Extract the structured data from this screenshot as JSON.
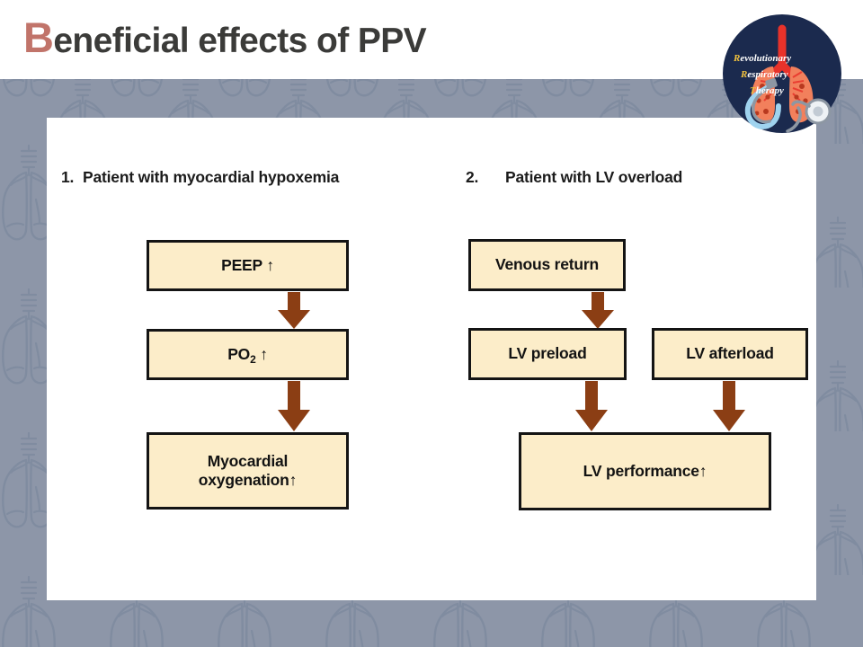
{
  "slide": {
    "title_cap": "B",
    "title_rest": "eneficial effects of PPV"
  },
  "logo": {
    "line1_cap": "R",
    "line1_rest": "evolutionary",
    "line2_cap": "R",
    "line2_rest": "espiratory",
    "line3_cap": "T",
    "line3_rest": "herapy",
    "circle_color": "#1b2a4e",
    "accent_color": "#f2c23e",
    "text_color": "#ffffff",
    "lung_color": "#f2805c",
    "trachea_color": "#e8322a",
    "stethoscope_color": "#9fd3ef"
  },
  "theme": {
    "band_color": "#8d96a8",
    "panel_color": "#ffffff",
    "box_fill": "#fcedc9",
    "box_border": "#141414",
    "arrow_color": "#8b3e14",
    "title_color": "#3b3b39",
    "title_cap_color": "#c1746a"
  },
  "columns": [
    {
      "number": "1.",
      "heading": "Patient with myocardial hypoxemia"
    },
    {
      "number": "2.",
      "heading": "Patient with LV overload"
    }
  ],
  "boxes": {
    "peep": {
      "text": "PEEP ↑"
    },
    "po2": {
      "text_main": "PO",
      "text_sub": "2",
      "text_tail": " ↑"
    },
    "myocardial": {
      "line1": "Myocardial",
      "line2": "oxygenation↑"
    },
    "venous": {
      "text": "Venous return"
    },
    "preload": {
      "text": "LV preload"
    },
    "afterload": {
      "text": "LV afterload"
    },
    "performance": {
      "text": "LV performance↑"
    }
  },
  "arrows": {
    "icon": "down-arrow",
    "count": 5
  }
}
